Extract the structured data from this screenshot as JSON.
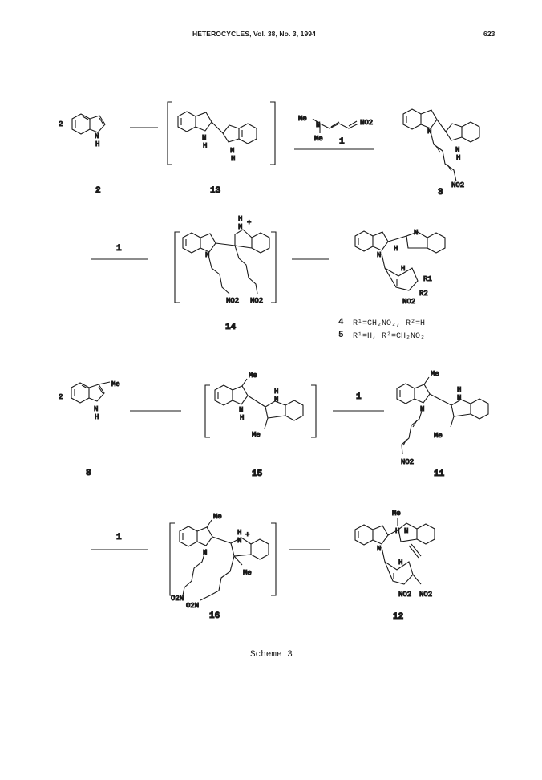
{
  "header": {
    "journal": "HETEROCYCLES, Vol. 38, No. 3, 1994",
    "page": "623"
  },
  "compounds": {
    "c2": "2",
    "c13": "13",
    "c3": "3",
    "c14": "14",
    "c8": "8",
    "c15": "15",
    "c11": "11",
    "c16": "16",
    "c12": "12",
    "c4": "4",
    "c5": "5"
  },
  "reagent": "1",
  "coefficient": "2",
  "atoms": {
    "me": "Me",
    "n": "N",
    "h": "H",
    "no2": "NO2",
    "plus": "+",
    "o2n": "O2N",
    "r1": "R1",
    "r2": "R2"
  },
  "substituents": {
    "line4": "R¹=CH₂NO₂,  R²=H",
    "line5": "R¹=H,  R²=CH₂NO₂"
  },
  "caption": "Scheme 3"
}
